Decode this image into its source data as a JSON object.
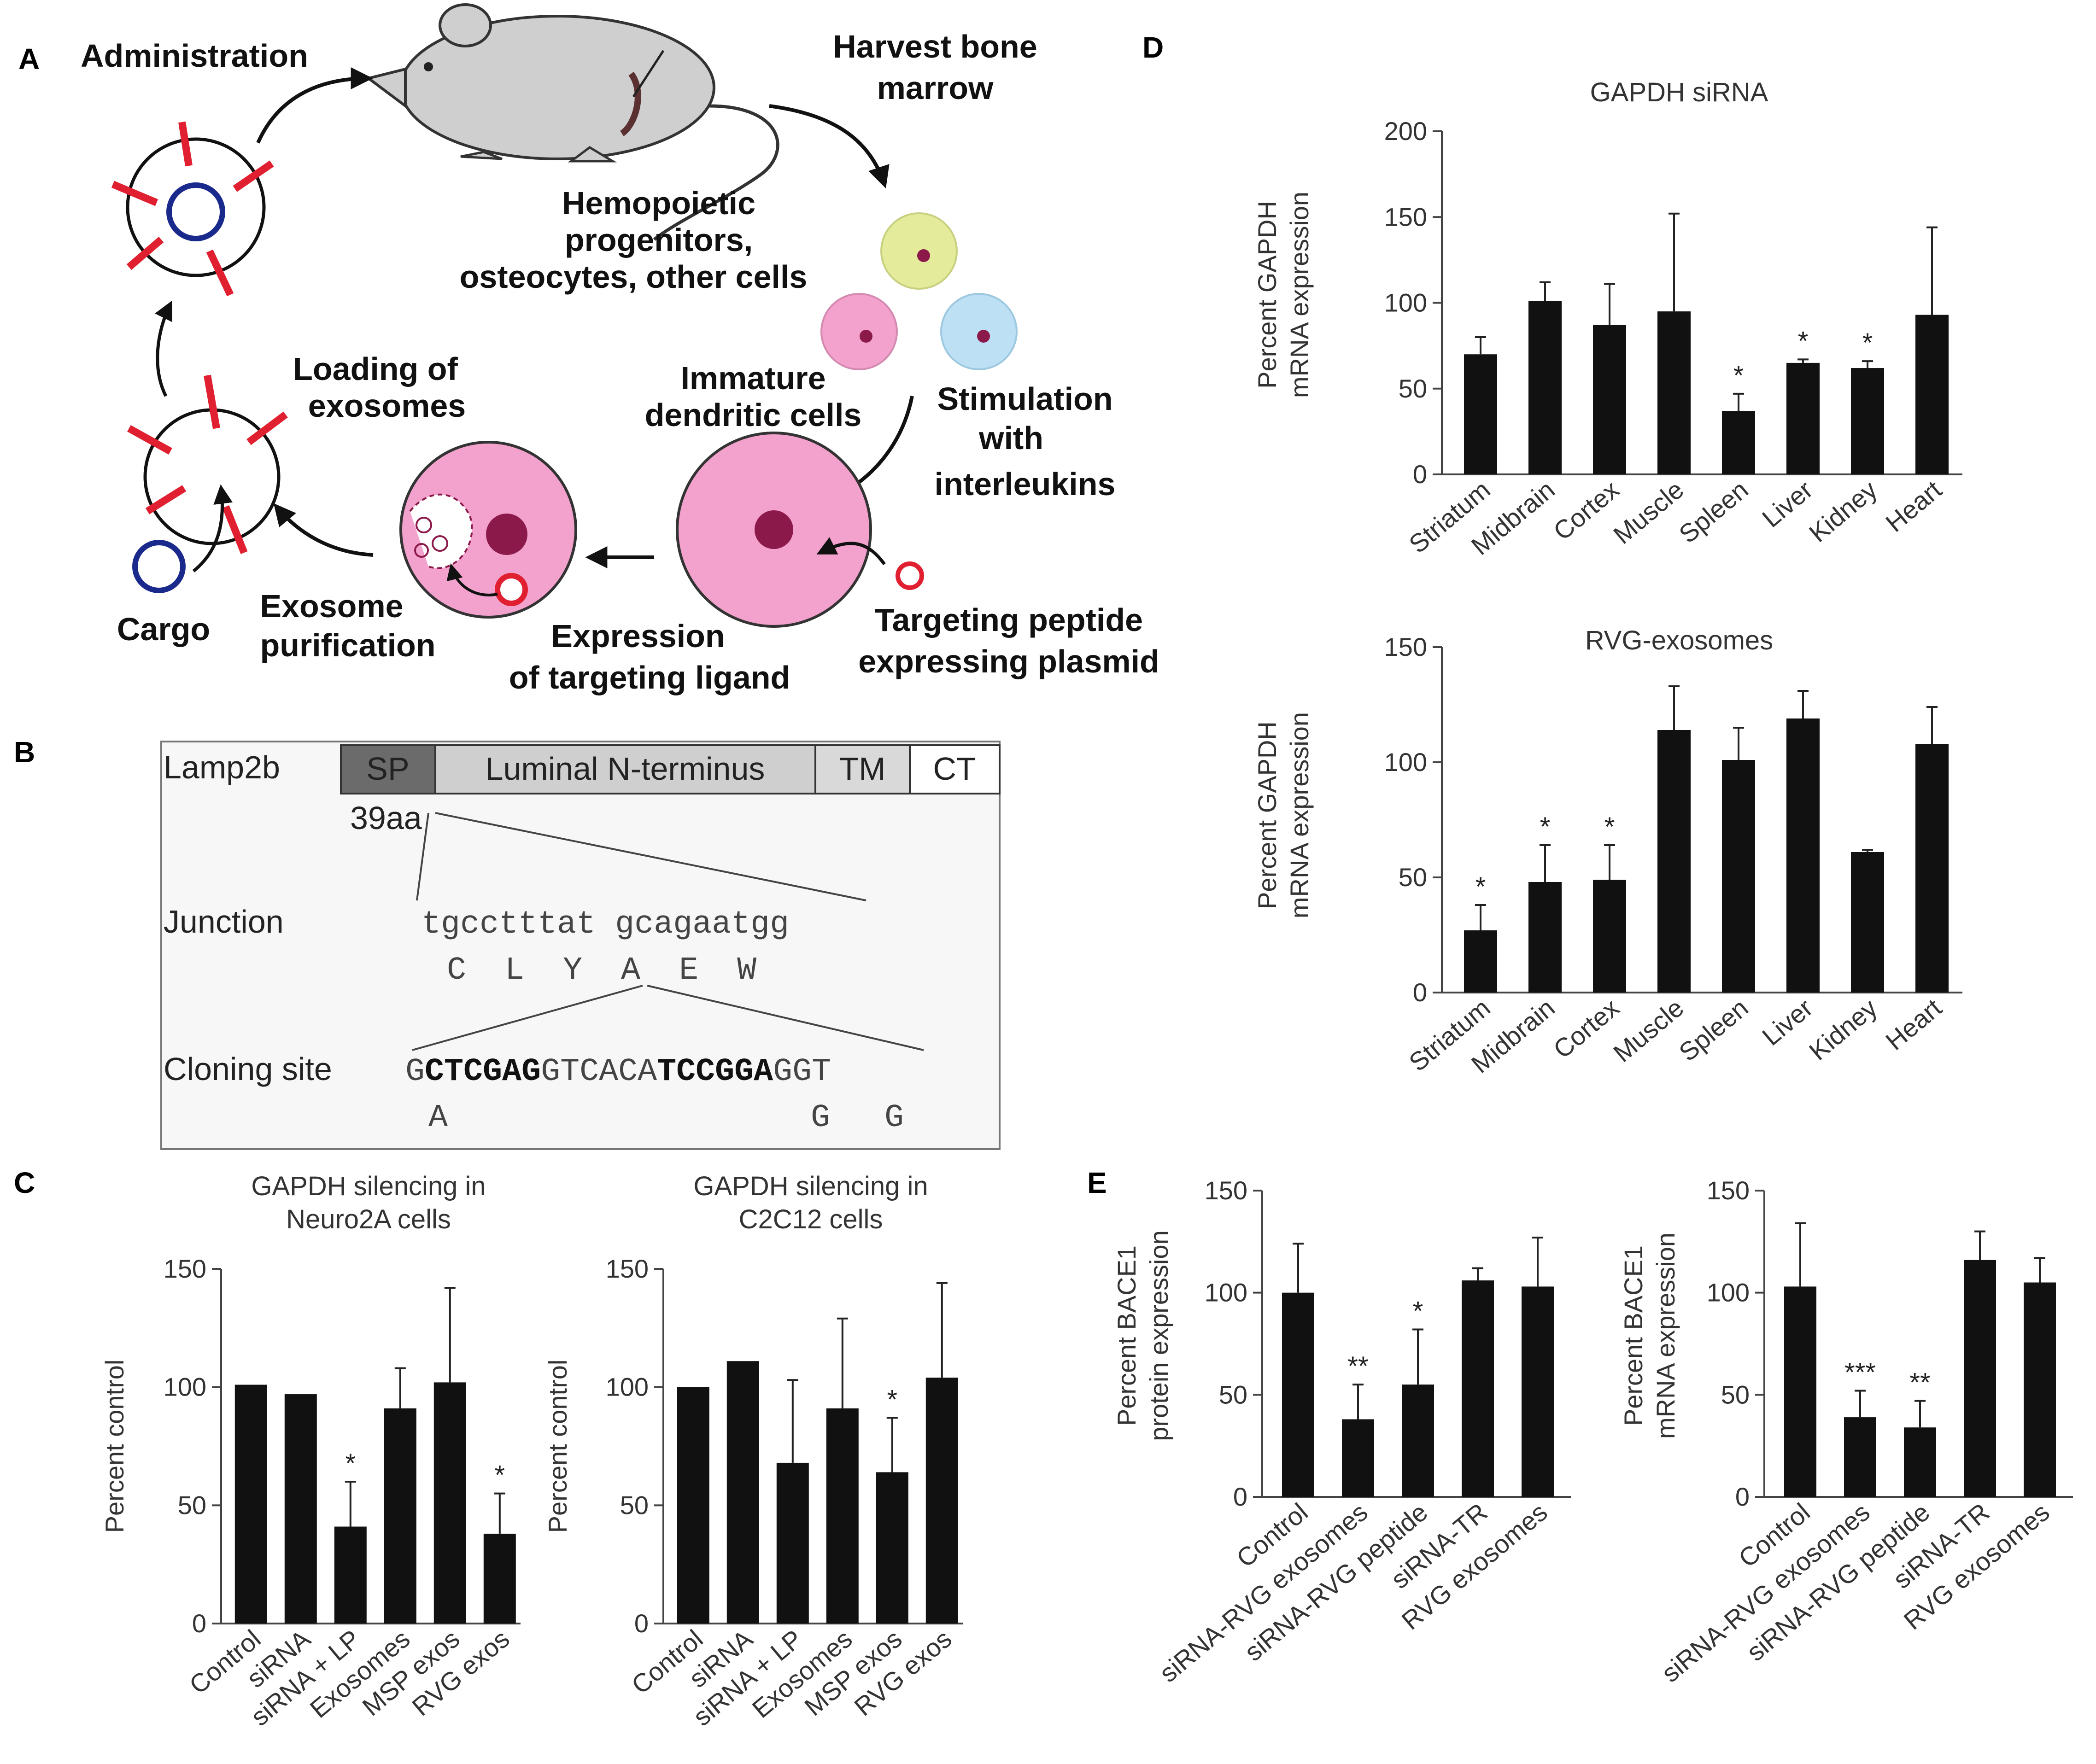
{
  "panels": {
    "A": "A",
    "B": "B",
    "C": "C",
    "D": "D",
    "E": "E"
  },
  "panel_a": {
    "administration": "Administration",
    "harvest": [
      "Harvest bone",
      "marrow"
    ],
    "hemopoietic": [
      "Hemopoietic",
      "progenitors,",
      "osteocytes, other cells"
    ],
    "loading": [
      "Loading of",
      "exosomes"
    ],
    "immature": [
      "Immature",
      "dendritic cells"
    ],
    "stimulation": [
      "Stimulation",
      "with",
      "interleukins"
    ],
    "cargo": "Cargo",
    "exosome_purification": [
      "Exosome",
      "purification"
    ],
    "expression": [
      "Expression",
      "of targeting ligand"
    ],
    "targeting_peptide": [
      "Targeting peptide",
      "expressing plasmid"
    ]
  },
  "panel_b": {
    "gene": "Lamp2b",
    "domains": [
      "SP",
      "Luminal N-terminus",
      "TM",
      "CT"
    ],
    "aa_label": "39aa",
    "junction_label": "Junction",
    "junction_seq": "tgcctttat gcagaatgg",
    "junction_aa": "C  L  Y  A  E  W",
    "cloning_label": "Cloning site",
    "cloning_parts": [
      "G",
      "CTCGAG",
      "GTCACA",
      "TCCGGA",
      "GGT"
    ],
    "cloning_aa": [
      "A",
      "G",
      "G"
    ]
  },
  "colors": {
    "bar": "#111111",
    "cell_pink": "#f2a2cc",
    "nucleus": "#8b1a4a",
    "ligand_red": "#e02030",
    "cargo_blue": "#1a2a8c",
    "mouse_gray": "#cfcfcf"
  },
  "chart_data": [
    {
      "id": "C1",
      "type": "bar",
      "title": [
        "GAPDH silencing in",
        "Neuro2A cells"
      ],
      "ylabel": "Percent control",
      "ylim": [
        0,
        150
      ],
      "yticks": [
        0,
        50,
        100,
        150
      ],
      "categories": [
        "Control",
        "siRNA",
        "siRNA + LP",
        "Exosomes",
        "MSP exos",
        "RVG exos"
      ],
      "values": [
        101,
        97,
        41,
        91,
        102,
        38
      ],
      "errors": [
        0,
        0,
        19,
        17,
        40,
        17
      ],
      "stars": [
        "",
        "",
        "*",
        "",
        "",
        "*"
      ]
    },
    {
      "id": "C2",
      "type": "bar",
      "title": [
        "GAPDH silencing in",
        "C2C12 cells"
      ],
      "ylabel": "Percent control",
      "ylim": [
        0,
        150
      ],
      "yticks": [
        0,
        50,
        100,
        150
      ],
      "categories": [
        "Control",
        "siRNA",
        "siRNA + LP",
        "Exosomes",
        "MSP exos",
        "RVG exos"
      ],
      "values": [
        100,
        111,
        68,
        91,
        64,
        104
      ],
      "errors": [
        0,
        0,
        35,
        38,
        23,
        40
      ],
      "stars": [
        "",
        "",
        "",
        "",
        "*",
        ""
      ]
    },
    {
      "id": "D1",
      "type": "bar",
      "title": [
        "GAPDH siRNA"
      ],
      "ylabel": [
        "Percent GAPDH",
        "mRNA expression"
      ],
      "ylim": [
        0,
        200
      ],
      "yticks": [
        0,
        50,
        100,
        150,
        200
      ],
      "categories": [
        "Striatum",
        "Midbrain",
        "Cortex",
        "Muscle",
        "Spleen",
        "Liver",
        "Kidney",
        "Heart"
      ],
      "values": [
        70,
        101,
        87,
        95,
        37,
        65,
        62,
        93
      ],
      "errors": [
        10,
        11,
        24,
        57,
        10,
        2,
        4,
        51
      ],
      "stars": [
        "",
        "",
        "",
        "",
        "*",
        "*",
        "*",
        ""
      ]
    },
    {
      "id": "D2",
      "type": "bar",
      "title": [
        "RVG-exosomes"
      ],
      "ylabel": [
        "Percent GAPDH",
        "mRNA expression"
      ],
      "ylim": [
        0,
        150
      ],
      "yticks": [
        0,
        50,
        100,
        150
      ],
      "categories": [
        "Striatum",
        "Midbrain",
        "Cortex",
        "Muscle",
        "Spleen",
        "Liver",
        "Kidney",
        "Heart"
      ],
      "values": [
        27,
        48,
        49,
        114,
        101,
        119,
        61,
        108
      ],
      "errors": [
        11,
        16,
        15,
        19,
        14,
        12,
        1,
        16
      ],
      "stars": [
        "*",
        "*",
        "*",
        "",
        "",
        "",
        "",
        ""
      ]
    },
    {
      "id": "E1",
      "type": "bar",
      "title": [],
      "ylabel": [
        "Percent BACE1",
        "protein expression"
      ],
      "ylim": [
        0,
        150
      ],
      "yticks": [
        0,
        50,
        100,
        150
      ],
      "categories": [
        "Control",
        "siRNA-RVG exosomes",
        "siRNA-RVG peptide",
        "siRNA-TR",
        "RVG exosomes"
      ],
      "values": [
        100,
        38,
        55,
        106,
        103
      ],
      "errors": [
        24,
        17,
        27,
        6,
        24
      ],
      "stars": [
        "",
        "**",
        "*",
        "",
        ""
      ]
    },
    {
      "id": "E2",
      "type": "bar",
      "title": [],
      "ylabel": [
        "Percent BACE1",
        "mRNA expression"
      ],
      "ylim": [
        0,
        150
      ],
      "yticks": [
        0,
        50,
        100,
        150
      ],
      "categories": [
        "Control",
        "siRNA-RVG exosomes",
        "siRNA-RVG peptide",
        "siRNA-TR",
        "RVG exosomes"
      ],
      "values": [
        103,
        39,
        34,
        116,
        105
      ],
      "errors": [
        31,
        13,
        13,
        14,
        12
      ],
      "stars": [
        "",
        "***",
        "**",
        "",
        ""
      ]
    }
  ]
}
